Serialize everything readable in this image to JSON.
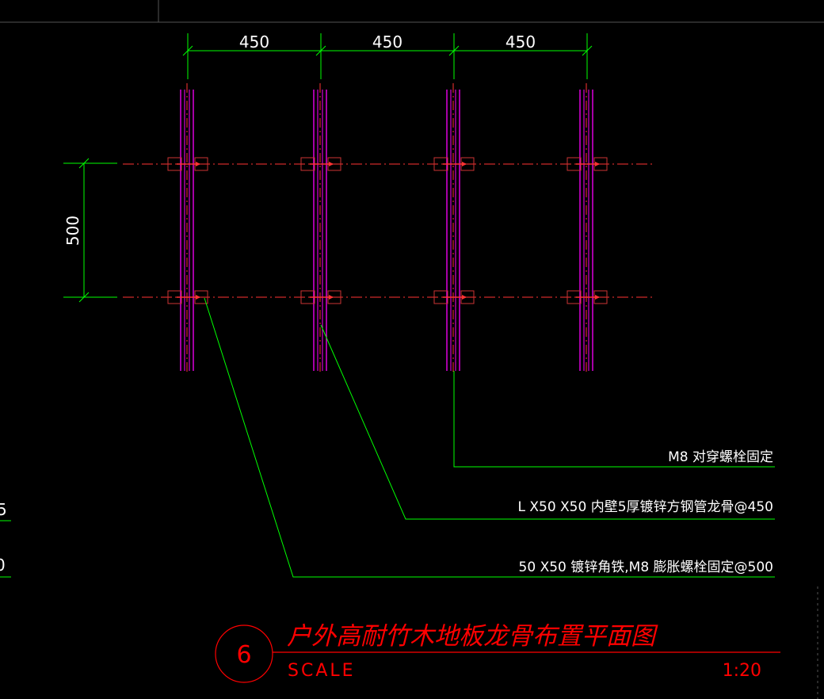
{
  "dimensions": {
    "horizontal": [
      "450",
      "450",
      "450"
    ],
    "vertical": "500"
  },
  "labels": [
    "M8 对穿螺栓固定",
    "L X50 X50  内壁5厚镀锌方钢管龙骨@450",
    "50 X50 镀锌角铁,M8 膨胀螺栓固定@500"
  ],
  "title_block": {
    "number": "6",
    "title": "户外高耐竹木地板龙骨布置平面图",
    "scale_label": "SCALE",
    "scale_value": "1:20"
  },
  "edge_fragments": [
    "5",
    "0"
  ],
  "colors": {
    "background": "#000000",
    "dimension": "#00ff00",
    "leader": "#00ff00",
    "keel": "#ff00ff",
    "axis": "#ff3333",
    "anchor": "#cc3333",
    "title": "#ff0000",
    "frame": "#555555"
  },
  "layout": {
    "keel_count": 4,
    "row_count": 2
  }
}
